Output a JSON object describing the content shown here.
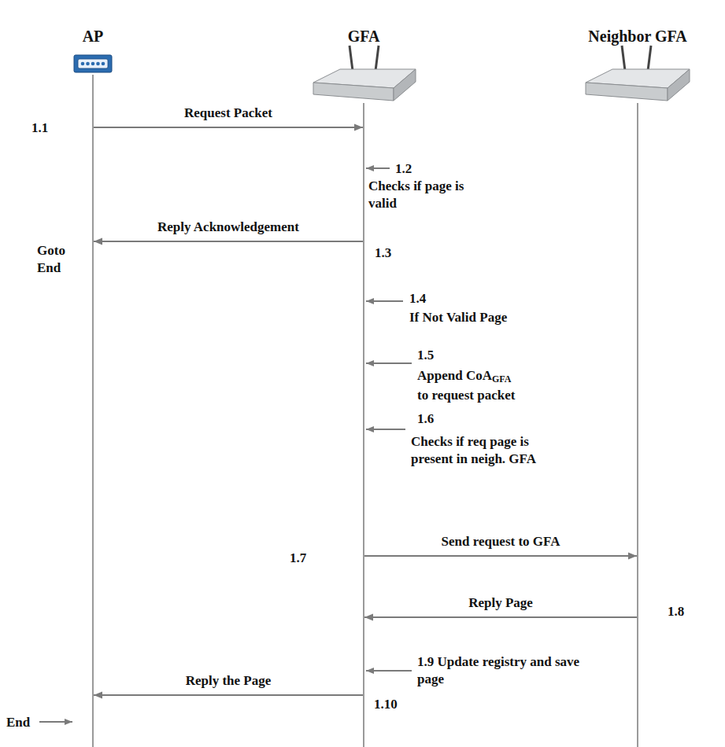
{
  "diagram": {
    "nodes": [
      {
        "text": [
          "AP"
        ]
      },
      {
        "text": [
          "GFA"
        ]
      },
      {
        "text": [
          "Neighbor GFA"
        ]
      }
    ],
    "edges": [
      {
        "from": 0,
        "to": 1,
        "arrow": "to",
        "label": "Request Packet"
      },
      {
        "from": 1,
        "to": 0,
        "arrow": "to",
        "label": "Reply Acknowledgement"
      },
      {
        "from": 1,
        "to": 2,
        "arrow": "to",
        "label": "Send request to GFA"
      },
      {
        "from": 2,
        "to": 1,
        "arrow": "to",
        "label": "Reply Page"
      },
      {
        "from": 1,
        "to": 0,
        "arrow": "to",
        "label": "Reply the Page"
      }
    ],
    "labels": [
      "1.1",
      "1.2",
      "Checks if page is valid",
      "1.3",
      "Goto End",
      "1.4",
      "If Not Valid Page",
      "1.5",
      "Append CoA",
      "GFA",
      "to request packet",
      "1.6",
      "Checks if req page is present in neigh. GFA",
      "1.7",
      "1.8",
      "1.9 Update registry and save page",
      "1.10",
      "End"
    ]
  }
}
